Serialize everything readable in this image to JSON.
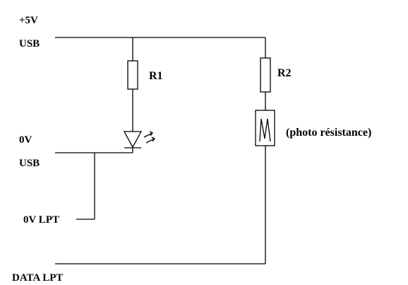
{
  "labels": {
    "plus5v": "+5V",
    "usb_top": "USB",
    "r1": "R1",
    "r2": "R2",
    "photo": "(photo résistance)",
    "zero_v": "0V",
    "usb_bottom": "USB",
    "zero_v_lpt": "0V LPT",
    "data_lpt": "DATA LPT"
  },
  "colors": {
    "line": "#000000",
    "background": "#ffffff"
  }
}
